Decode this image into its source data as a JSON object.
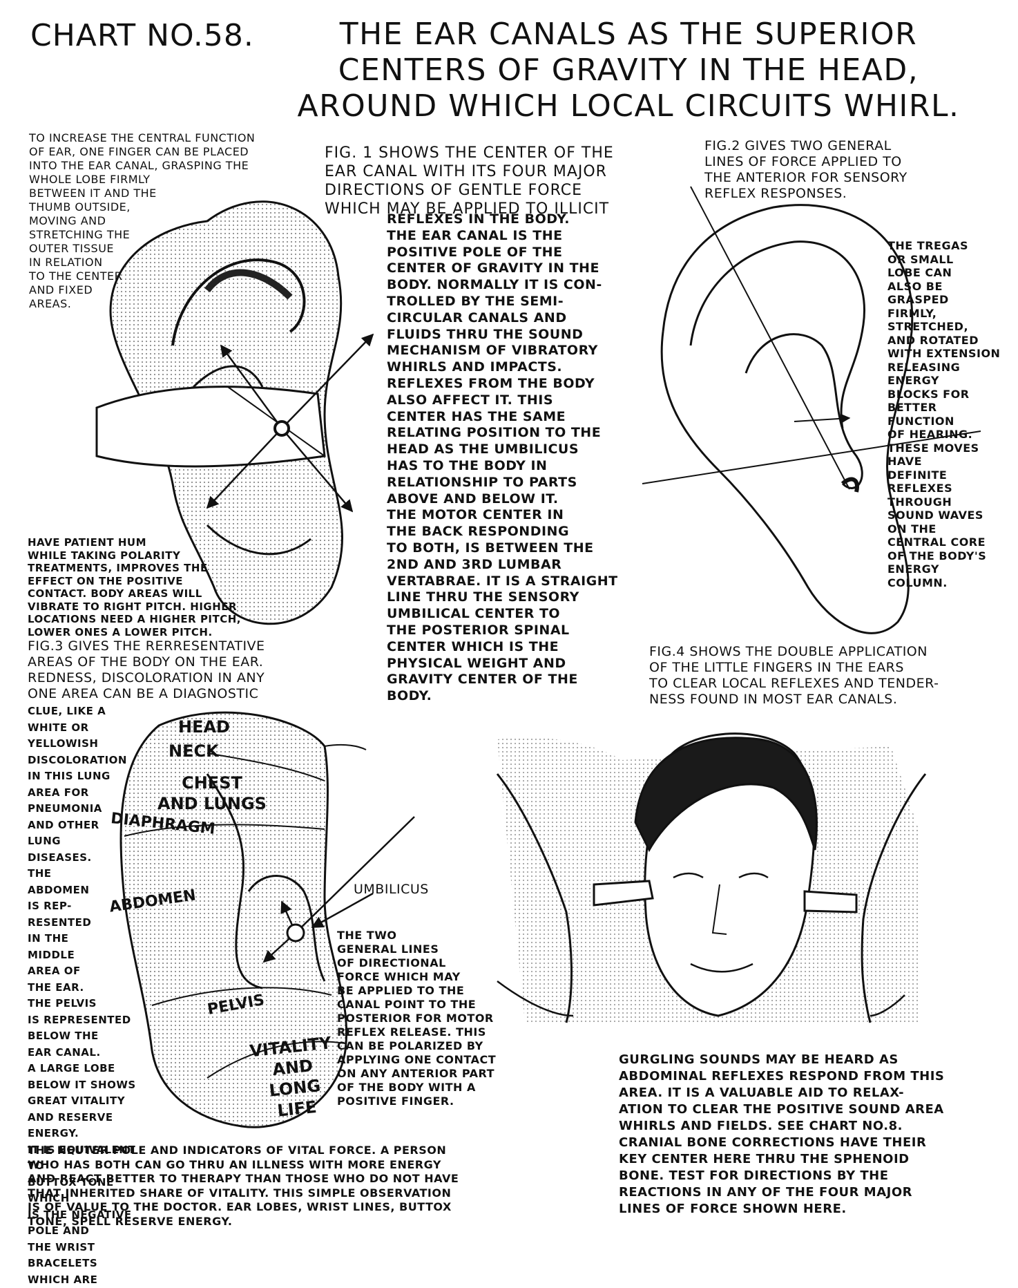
{
  "header": {
    "chart_no": "CHART NO.58.",
    "title": "THE EAR CANALS AS THE SUPERIOR\nCENTERS OF GRAVITY IN THE HEAD,\nAROUND WHICH LOCAL CIRCUITS WHIRL."
  },
  "intro_text": "TO INCREASE THE CENTRAL FUNCTION\nOF EAR, ONE FINGER CAN BE PLACED\nINTO THE EAR CANAL, GRASPING THE\nWHOLE LOBE FIRMLY\nBETWEEN IT AND THE\nTHUMB OUTSIDE,\nMOVING AND\nSTRETCHING THE\nOUTER TISSUE\nIN RELATION\nTO THE CENTER\nAND FIXED\nAREAS.",
  "fig1": {
    "heading": "FIG. 1 SHOWS THE CENTER OF THE\nEAR CANAL WITH ITS FOUR MAJOR\nDIRECTIONS OF GENTLE FORCE\nWHICH MAY BE APPLIED TO ILLICIT",
    "body": "REFLEXES IN THE BODY.\nTHE EAR CANAL IS THE\nPOSITIVE POLE OF THE\nCENTER OF GRAVITY IN THE\nBODY. NORMALLY IT IS CON-\nTROLLED BY THE SEMI-\nCIRCULAR CANALS AND\nFLUIDS THRU THE SOUND\nMECHANISM OF VIBRATORY\nWHIRLS AND IMPACTS.\nREFLEXES FROM THE BODY\nALSO AFFECT IT.  THIS\nCENTER HAS THE SAME\nRELATING POSITION TO THE\nHEAD AS THE UMBILICUS\nHAS TO THE BODY IN\nRELATIONSHIP TO PARTS\nABOVE AND BELOW IT.\nTHE MOTOR CENTER IN\nTHE BACK RESPONDING\nTO BOTH, IS BETWEEN THE\n2ND AND 3RD LUMBAR\nVERTABRAE. IT IS A STRAIGHT\nLINE THRU THE SENSORY\nUMBILICAL CENTER TO\nTHE POSTERIOR SPINAL\nCENTER WHICH IS THE\nPHYSICAL WEIGHT AND\nGRAVITY CENTER OF THE\nBODY."
  },
  "fig2": {
    "text": "FIG.2  GIVES TWO GENERAL\nLINES OF FORCE APPLIED TO\nTHE ANTERIOR FOR SENSORY\nREFLEX RESPONSES.",
    "tregas_text": "THE TREGAS\nOR SMALL\nLOBE CAN\nALSO BE\nGRASPED\nFIRMLY,\nSTRETCHED,\nAND ROTATED\nWITH EXTENSION\nRELEASING\nENERGY\nBLOCKS FOR\nBETTER\nFUNCTION\nOF HEARING.\nTHESE MOVES\nHAVE\nDEFINITE\nREFLEXES\nTHROUGH\nSOUND WAVES\nON THE\nCENTRAL CORE\nOF THE BODY'S\nENERGY\nCOLUMN."
  },
  "hum_text": "HAVE PATIENT HUM\nWHILE TAKING POLARITY\nTREATMENTS, IMPROVES THE\nEFFECT ON THE POSITIVE\nCONTACT. BODY AREAS WILL\nVIBRATE TO RIGHT PITCH. HIGHER\nLOCATIONS NEED A HIGHER PITCH,\nLOWER ONES A LOWER PITCH.",
  "fig3": {
    "heading": "FIG.3 GIVES THE RERRESENTATIVE\nAREAS OF THE BODY ON THE EAR.\nREDNESS, DISCOLORATION IN ANY\nONE AREA CAN BE A DIAGNOSTIC",
    "side_text": "CLUE, LIKE A\nWHITE OR\nYELLOWISH\nDISCOLORATION\nIN THIS LUNG\nAREA FOR\nPNEUMONIA\nAND OTHER\nLUNG\nDISEASES.\nTHE\nABDOMEN\nIS REP-\nRESENTED\nIN THE\nMIDDLE\nAREA OF\nTHE EAR.\nTHE PELVIS\nIS REPRESENTED\nBELOW THE\nEAR CANAL.\nA LARGE LOBE\nBELOW IT SHOWS\nGREAT VITALITY\nAND RESERVE ENERGY.\nIT IS EQUIVALENT TO\nBUTTOX TONE WHICH\nIS THE NEGATIVE POLE AND\nTHE WRIST BRACELETS WHICH ARE",
    "labels": {
      "head": "HEAD",
      "neck": "NECK",
      "chest": "CHEST\nAND LUNGS",
      "diaphragm": "DIAPHRAGM",
      "abdomen": "ABDOMEN",
      "pelvis": "PELVIS",
      "vitality": "VITALITY\nAND\nLONG\nLIFE"
    },
    "umbilicus": "UMBILICUS",
    "two_lines_text": "THE TWO\nGENERAL LINES\nOF DIRECTIONAL\nFORCE WHICH MAY\nBE APPLIED TO THE\nCANAL POINT TO THE\nPOSTERIOR FOR MOTOR\nREFLEX RELEASE. THIS\nCAN BE POLARIZED BY\nAPPLYING ONE CONTACT\nON ANY ANTERIOR PART\nOF THE BODY WITH A\nPOSITIVE FINGER."
  },
  "fig4": {
    "text": "FIG.4 SHOWS THE DOUBLE APPLICATION\nOF THE LITTLE FINGERS IN THE EARS\nTO CLEAR LOCAL REFLEXES AND TENDER-\nNESS FOUND IN MOST EAR CANALS.",
    "gurgling_text": "GURGLING SOUNDS MAY BE HEARD AS\nABDOMINAL REFLEXES RESPOND FROM THIS\nAREA. IT IS A VALUABLE AID TO RELAX-\nATION TO CLEAR THE POSITIVE SOUND AREA\nWHIRLS AND FIELDS.  SEE CHART NO.8.\nCRANIAL BONE CORRECTIONS HAVE THEIR\nKEY CENTER HERE THRU THE SPHENOID\nBONE. TEST FOR DIRECTIONS BY THE\nREACTIONS IN ANY OF THE FOUR MAJOR\nLINES OF FORCE SHOWN HERE."
  },
  "bottom_text": "THE NEUTER POLE AND INDICATORS OF VITAL FORCE. A PERSON\nWHO HAS BOTH CAN GO THRU AN ILLNESS WITH MORE ENERGY\nAND REACT BETTER TO THERAPY THAN THOSE WHO DO NOT HAVE\nTHAT INHERITED SHARE OF VITALITY. THIS SIMPLE OBSERVATION\nIS OF VALUE TO THE DOCTOR.  EAR LOBES, WRIST LINES, BUTTOX\nTONE, SPELL RESERVE ENERGY.",
  "colors": {
    "ink": "#111111",
    "paper": "#ffffff",
    "shade": "#cfcfcf"
  }
}
